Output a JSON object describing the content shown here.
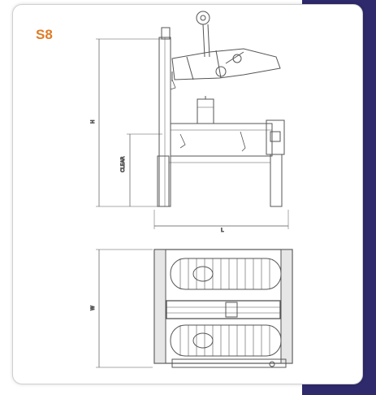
{
  "model_label": "S8",
  "dimensions": {
    "height": "H",
    "clearance": "CLEAR",
    "length": "L",
    "width": "W"
  },
  "colors": {
    "label": "#e07b24",
    "side_band": "#2e2a6b",
    "line": "#555555"
  }
}
